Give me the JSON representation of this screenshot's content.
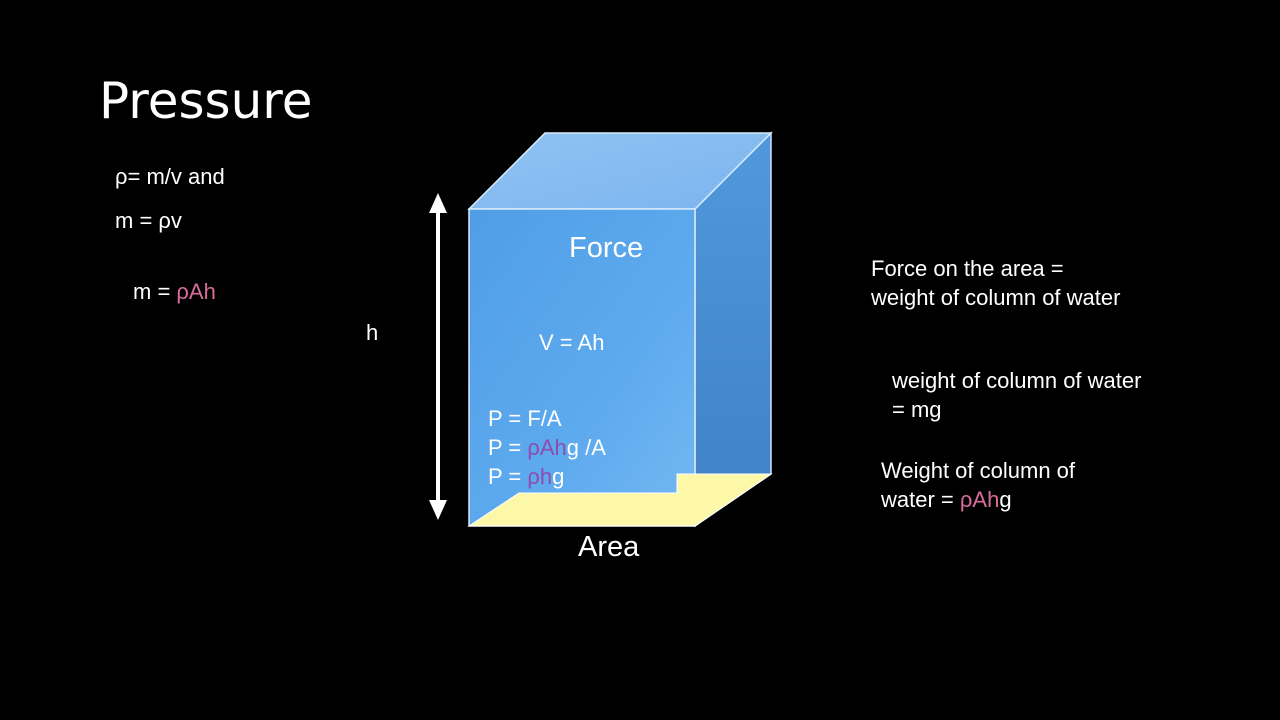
{
  "slide": {
    "title": "Pressure",
    "left_eqs": {
      "line1": "ρ= m/v and",
      "line2": "m = ρv",
      "line3_prefix": "m = ",
      "line3_highlight": "ρAh"
    },
    "box": {
      "force_label": "Force",
      "volume_eq": "V = Ah",
      "p1": "P = F/A",
      "p2_prefix": "P = ",
      "p2_highlight": "ρAh",
      "p2_suffix": "g /A",
      "p3_prefix": "P = ",
      "p3_highlight": "ρh",
      "p3_suffix": "g",
      "area_label": "Area",
      "height_label": "h"
    },
    "right_notes": {
      "note1_line1": "Force on the area =",
      "note1_line2": "weight of column of water",
      "note2_line1": "weight of column of water",
      "note2_line2": "= mg",
      "note3_line1": "Weight of column of",
      "note3_line2_prefix": "water = ",
      "note3_line2_highlight": "ρAh",
      "note3_line2_suffix": "g"
    }
  },
  "colors": {
    "background": "#000000",
    "text": "#ffffff",
    "highlight_pink": "#d86c9b",
    "highlight_purple": "#8d4bb0",
    "box_front": "#5ea8ea",
    "box_top": "#8cc0f2",
    "box_side": "#4a8cd0",
    "area_fill": "#fcf8a8"
  }
}
